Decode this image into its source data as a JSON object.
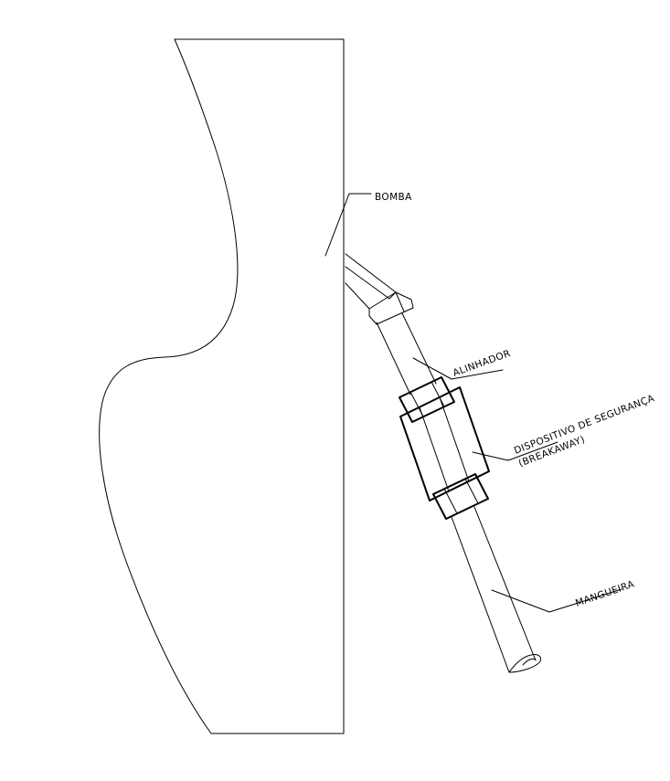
{
  "labels": {
    "bomba": "BOMBA",
    "alinhador": "ALINHADOR",
    "dispositivo_line1": "DISPOSITIVO DE SEGURANÇA",
    "dispositivo_line2": "(BREAKAWAY)",
    "mangueira": "MANGUEIRA"
  }
}
